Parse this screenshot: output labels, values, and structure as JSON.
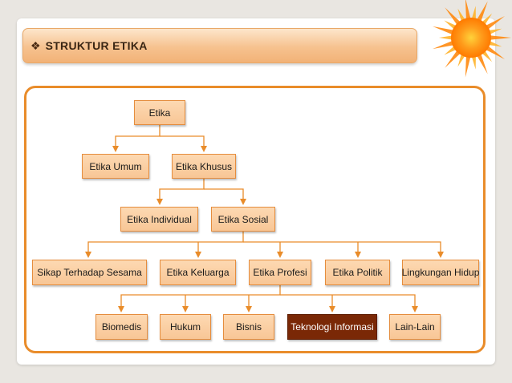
{
  "slide": {
    "title": "STRUKTUR ETIKA",
    "bullet": "❖"
  },
  "diagram": {
    "root": "Etika",
    "level1": [
      "Etika Umum",
      "Etika Khusus"
    ],
    "level2": [
      "Etika Individual",
      "Etika Sosial"
    ],
    "level3": [
      "Sikap Terhadap Sesama",
      "Etika Keluarga",
      "Etika Profesi",
      "Etika Politik",
      "Lingkungan Hidup"
    ],
    "level4": [
      "Biomedis",
      "Hukum",
      "Bisnis",
      "Teknologi Informasi",
      "Lain-Lain"
    ],
    "highlighted": "Teknologi Informasi"
  },
  "colors": {
    "accent": "#e98c2a",
    "node_fill": "#f8c696",
    "highlight_fill": "#7a2806",
    "connector": "#e98c2a"
  }
}
